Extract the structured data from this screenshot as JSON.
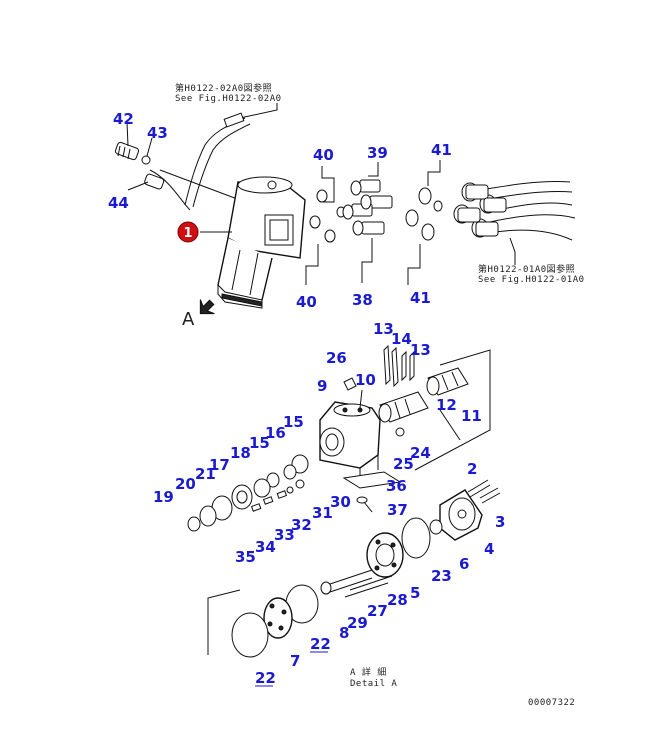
{
  "references": {
    "top_jp": "第H0122-02A0図参照",
    "top_en": "See Fig.H0122-02A0",
    "right_jp": "第H0122-01A0図参照",
    "right_en": "See Fig.H0122-01A0",
    "detail_jp": "A 詳 細",
    "detail_en": "Detail A",
    "view_letter": "A",
    "drawing_number": "00007322"
  },
  "callout": {
    "number": "1",
    "color": "#d01010"
  },
  "label_color": "#1a1ad0",
  "labels": [
    "42",
    "43",
    "44",
    "40",
    "39",
    "41",
    "40",
    "38",
    "41",
    "13",
    "14",
    "13",
    "26",
    "9",
    "10",
    "12",
    "11",
    "15",
    "16",
    "15",
    "18",
    "17",
    "21",
    "20",
    "19",
    "24",
    "25",
    "36",
    "30",
    "37",
    "31",
    "32",
    "33",
    "34",
    "35",
    "2",
    "3",
    "4",
    "6",
    "23",
    "5",
    "28",
    "27",
    "29",
    "8",
    "22",
    "7",
    "22"
  ]
}
